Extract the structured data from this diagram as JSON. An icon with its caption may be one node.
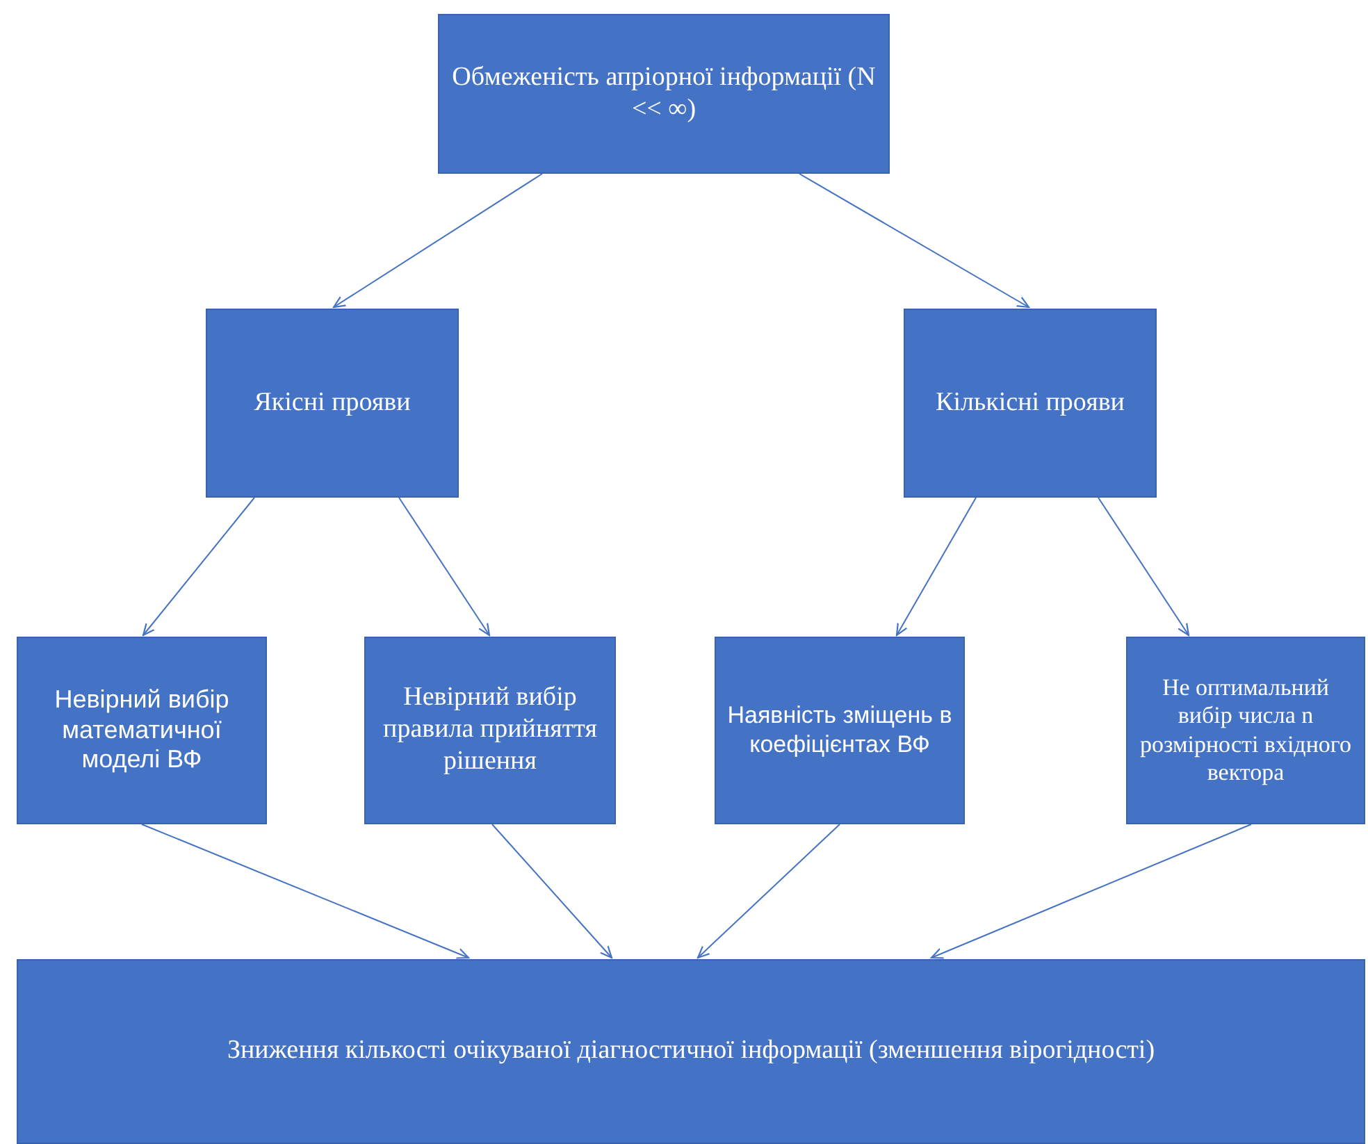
{
  "diagram": {
    "nodes": [
      {
        "text": [
          "Обмеженість апріорної інформації (N << ∞)"
        ]
      },
      {
        "text": [
          "Якісні прояви"
        ]
      },
      {
        "text": [
          "Кількісні прояви"
        ]
      },
      {
        "text": [
          "Невірний вибір математичної моделі ВФ"
        ]
      },
      {
        "text": [
          "Невірний вибір правила прийняття рішення"
        ]
      },
      {
        "text": [
          "Наявність зміщень в коефіцієнтах ВФ"
        ]
      },
      {
        "text": [
          "Не оптимальний вибір числа n розмірності вхідного вектора"
        ]
      },
      {
        "text": [
          "Зниження кількості очікуваної діагностичної інформації (зменшення вірогідності)"
        ]
      }
    ],
    "edges": [
      {
        "from": 0,
        "to": 1,
        "arrow": "to"
      },
      {
        "from": 0,
        "to": 2,
        "arrow": "to"
      },
      {
        "from": 1,
        "to": 3,
        "arrow": "to"
      },
      {
        "from": 1,
        "to": 4,
        "arrow": "to"
      },
      {
        "from": 2,
        "to": 5,
        "arrow": "to"
      },
      {
        "from": 2,
        "to": 6,
        "arrow": "to"
      },
      {
        "from": 3,
        "to": 7,
        "arrow": "to"
      },
      {
        "from": 4,
        "to": 7,
        "arrow": "to"
      },
      {
        "from": 5,
        "to": 7,
        "arrow": "to"
      },
      {
        "from": 6,
        "to": 7,
        "arrow": "to"
      }
    ]
  }
}
